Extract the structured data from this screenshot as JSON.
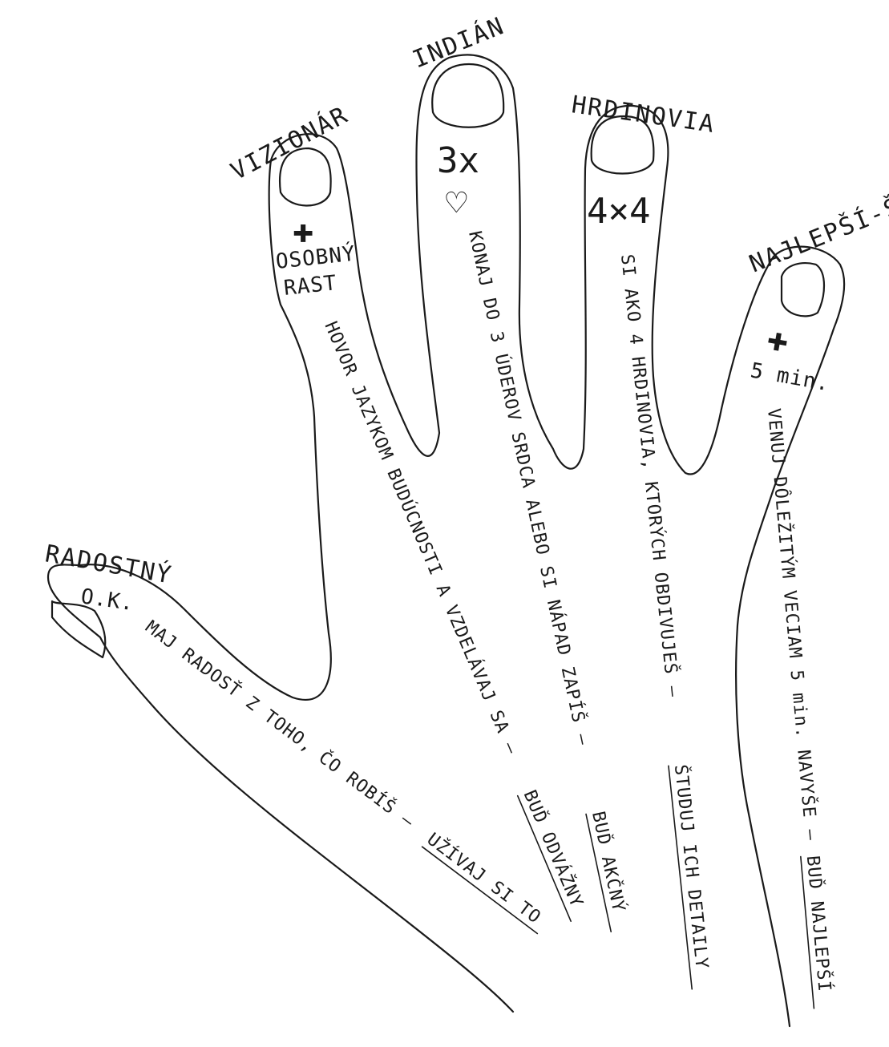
{
  "fingers": {
    "thumb": {
      "name": "RADOSTNÝ",
      "nail_mark": "O.K.",
      "instruction": "MAJ RADOSŤ Z TOHO, ČO ROBÍŠ –",
      "action": "UŽÍVAJ SI TO"
    },
    "index": {
      "name": "VIZIONÁR",
      "nail_mark": "✚",
      "nail_text_1": "OSOBNÝ",
      "nail_text_2": "RAST",
      "instruction": "HOVOR JAZYKOM BUDÚCNOSTI A VZDELÁVAJ SA –",
      "action": "BUĎ ODVÁŽNY"
    },
    "middle": {
      "name": "INDIÁN",
      "nail_mark": "3x",
      "nail_symbol": "♡",
      "instruction": "KONAJ DO 3 ÚDEROV SRDCA ALEBO SI NÁPAD ZAPÍŠ –",
      "action": "BUĎ AKČNÝ"
    },
    "ring": {
      "name": "HRDINOVIA",
      "nail_mark": "4×4",
      "instruction": "SI AKO 4 HRDINOVIA, KTORÝCH OBDIVUJEŠ –",
      "action": "ŠTUDUJ ICH DETAILY"
    },
    "little": {
      "name": "NAJLEPŠÍ-ŠÍ",
      "nail_mark": "✚",
      "nail_text_1": "5 min.",
      "instruction": "VENUJ DÔLEŽITÝM VECIAM 5 min. NAVYŠE –",
      "action": "BUĎ NAJLEPŠÍ"
    }
  }
}
